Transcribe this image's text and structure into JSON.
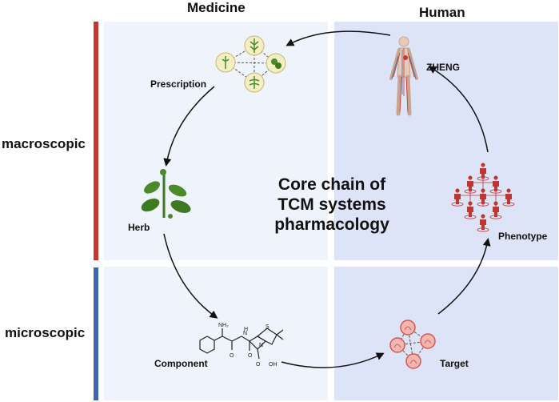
{
  "columns": {
    "left": "Medicine",
    "right": "Human"
  },
  "scales": {
    "top": "macroscopic",
    "bottom": "microscopic"
  },
  "center_title": [
    "Core chain of",
    "TCM systems",
    "pharmacology"
  ],
  "nodes": {
    "prescription": "Prescription",
    "herb": "Herb",
    "component": "Component",
    "target": "Target",
    "phenotype": "Phenotype",
    "zheng": "ZHENG"
  },
  "component_labels": {
    "nh2": "NH₂",
    "o1": "O",
    "o2": "O",
    "o3": "O",
    "n1": "N",
    "n2": "N",
    "h": "H",
    "s": "S",
    "oh": "OH"
  },
  "colors": {
    "macro_bar": "#c8362f",
    "micro_bar": "#3d66b0",
    "medicine_bg": "#eef3fc",
    "human_bg": "#dde4f8",
    "herb_green": "#4a8a2a",
    "target_red": "#d7564e",
    "phenotype_red": "#b83a33"
  }
}
